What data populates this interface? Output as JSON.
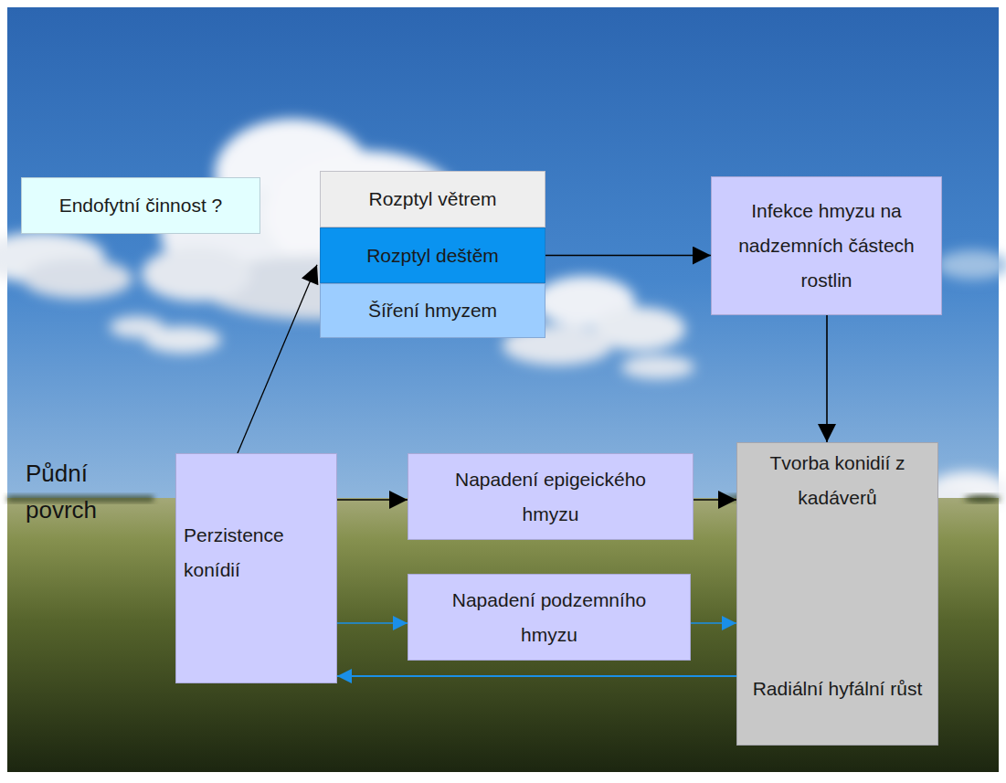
{
  "diagram": {
    "nodes": [
      {
        "text": [
          "Endofytní činnost ?"
        ]
      },
      {
        "text": [
          "Rozptyl větrem"
        ]
      },
      {
        "text": [
          "Rozptyl deštěm"
        ]
      },
      {
        "text": [
          "Šíření hmyzem"
        ]
      },
      {
        "text": [
          "Infekce hmyzu na nadzemních částech rostlin"
        ]
      },
      {
        "text": [
          "Perzistence",
          "konídií"
        ]
      },
      {
        "text": [
          "Napadení epigeického hmyzu"
        ]
      },
      {
        "text": [
          "Napadení podzemního hmyzu"
        ]
      },
      {
        "text": [
          "Tvorba konidií z kadáverů",
          "Radiální hyfální růst"
        ]
      }
    ],
    "edges": [
      {
        "from": 5,
        "to": 2,
        "arrow": "to"
      },
      {
        "from": 2,
        "to": 4,
        "arrow": "to"
      },
      {
        "from": 4,
        "to": 8,
        "arrow": "to"
      },
      {
        "from": 5,
        "to": 6,
        "arrow": "to"
      },
      {
        "from": 6,
        "to": 8,
        "arrow": "to"
      },
      {
        "from": 5,
        "to": 7,
        "arrow": "to"
      },
      {
        "from": 7,
        "to": 8,
        "arrow": "to"
      },
      {
        "from": 8,
        "to": 5,
        "arrow": "to"
      }
    ],
    "labels": [
      "Půdní povrch"
    ]
  }
}
